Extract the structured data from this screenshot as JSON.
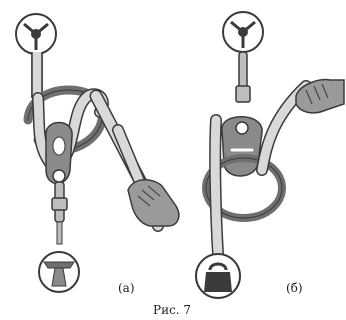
{
  "figure": {
    "caption": "Рис. 7",
    "panels": [
      {
        "label": "(а)"
      },
      {
        "label": "(б)"
      }
    ]
  },
  "colors": {
    "outline": "#3a3a3a",
    "metal": "#bdbdbd",
    "metal_dark": "#8a8a8a",
    "rope": "#d9d9d9",
    "ring": "#6f6f6f",
    "glove": "#9a9a9a",
    "weight": "#3b3b3b"
  }
}
